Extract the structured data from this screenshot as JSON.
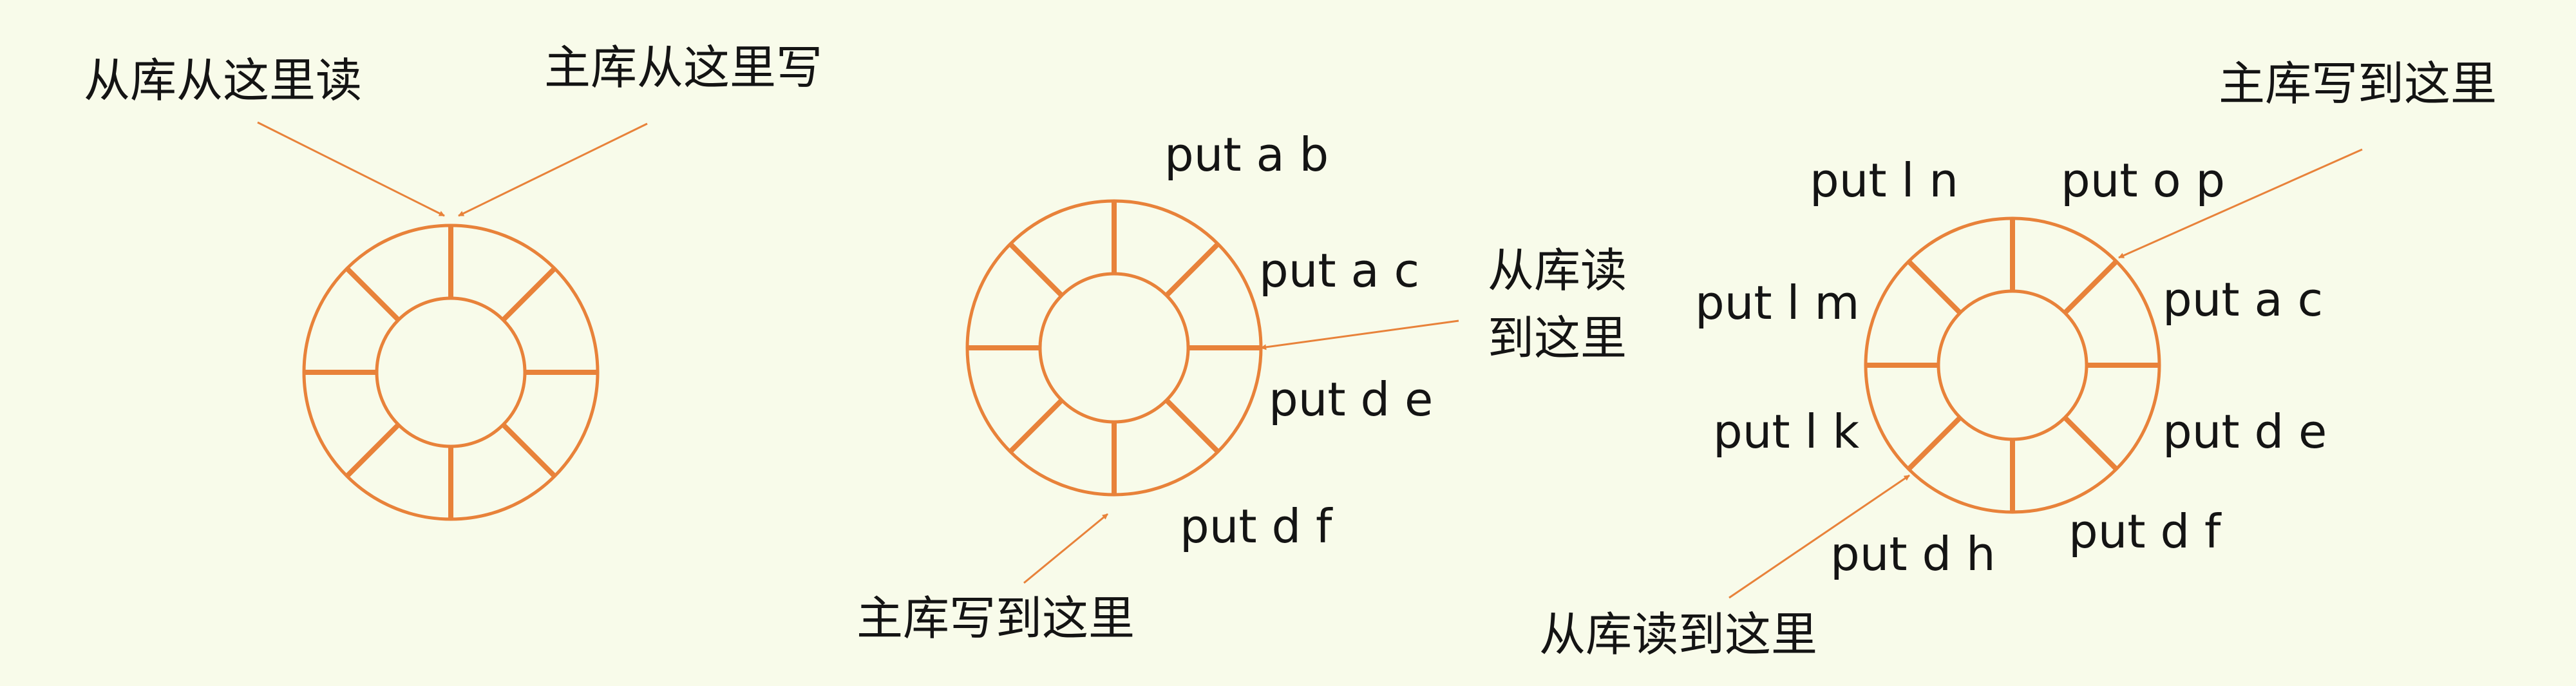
{
  "colors": {
    "background": "#f8fbea",
    "ring": "#e8823a",
    "text": "#141414"
  },
  "diagrams": [
    {
      "labels": {
        "replica_read": "从库从这里读",
        "master_read": "主库从这里写"
      }
    },
    {
      "entries": [
        "put a b",
        "put a c",
        "put d e",
        "put d f"
      ],
      "labels": {
        "replica_read_line1": "从库读",
        "replica_read_line2": "到这里",
        "master_write": "主库写到这里"
      }
    },
    {
      "entries": [
        "put o p",
        "put a c",
        "put d e",
        "put d f",
        "put d h",
        "put l k",
        "put l m",
        "put l n"
      ],
      "labels": {
        "master_write": "主库写到这里",
        "replica_read": "从库读到这里"
      }
    }
  ]
}
